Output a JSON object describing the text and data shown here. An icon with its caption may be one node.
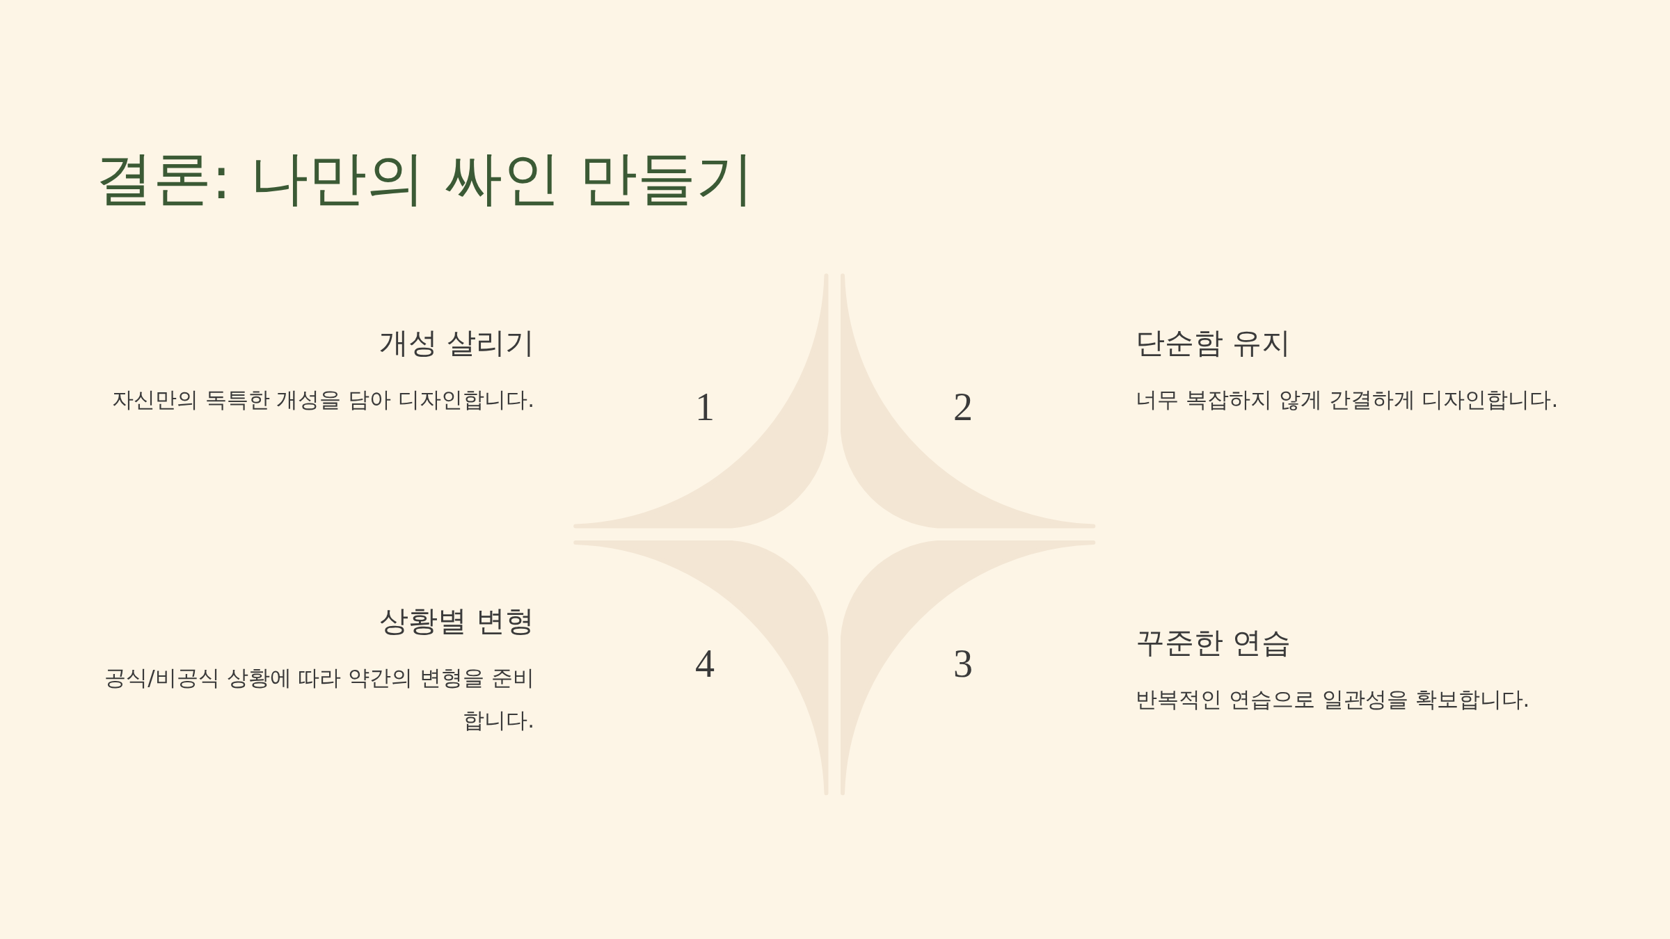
{
  "diagram": {
    "title": "결론: 나만의 싸인 만들기",
    "nodes": [
      {
        "text": [
          "1"
        ],
        "beside": [
          "개성 살리기",
          "자신만의 독특한 개성을 담아 디자인합니다."
        ]
      },
      {
        "text": [
          "2"
        ],
        "beside": [
          "단순함 유지",
          "너무 복잡하지 않게 간결하게 디자인합니다."
        ]
      },
      {
        "text": [
          "3"
        ],
        "beside": [
          "꾸준한 연습",
          "반복적인 연습으로 일관성을 확보합니다."
        ]
      },
      {
        "text": [
          "4"
        ],
        "beside": [
          "상황별 변형",
          "공식/비공식 상황에 따라 약간의 변형을 준비합니다."
        ]
      }
    ]
  }
}
